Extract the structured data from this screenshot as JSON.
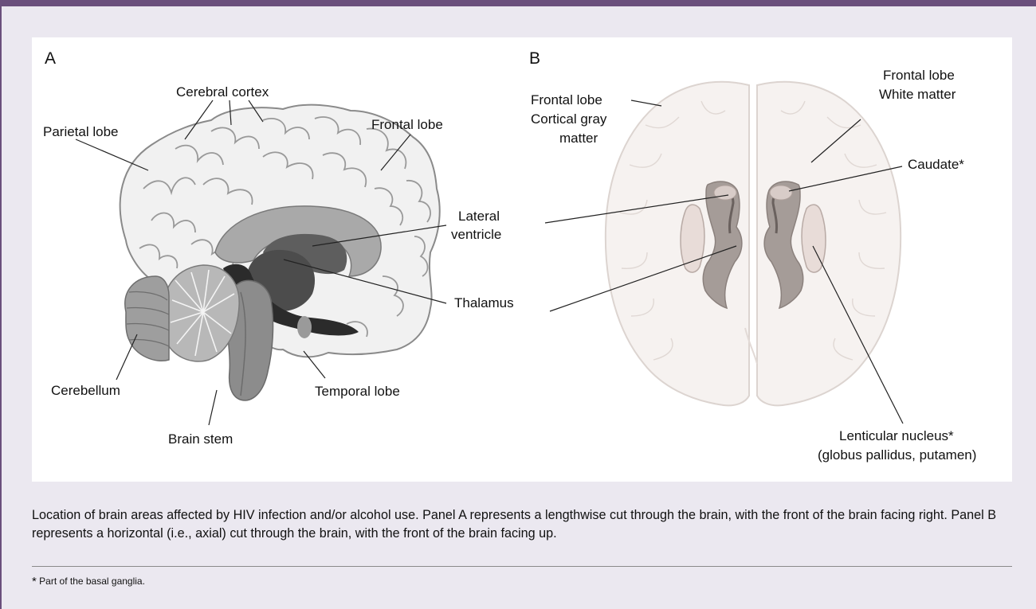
{
  "panel_a": {
    "letter": "A",
    "labels": {
      "cerebral_cortex": "Cerebral cortex",
      "parietal_lobe": "Parietal lobe",
      "frontal_lobe": "Frontal lobe",
      "lateral_ventricle_1": "Lateral",
      "lateral_ventricle_2": "ventricle",
      "thalamus": "Thalamus",
      "cerebellum": "Cerebellum",
      "temporal_lobe": "Temporal lobe",
      "brain_stem": "Brain stem"
    }
  },
  "panel_b": {
    "letter": "B",
    "labels": {
      "frontal_gray_1": "Frontal lobe",
      "frontal_gray_2": "Cortical gray",
      "frontal_gray_3": "matter",
      "frontal_white_1": "Frontal lobe",
      "frontal_white_2": "White matter",
      "caudate": "Caudate*",
      "lenticular_1": "Lenticular nucleus*",
      "lenticular_2": "(globus pallidus, putamen)"
    }
  },
  "caption": "Location of brain areas affected by HIV infection and/or alcohol use. Panel A represents a lengthwise cut through the brain, with the front of the brain facing right. Panel B represents a horizontal (i.e., axial) cut through the brain, with the front of the brain facing up.",
  "footnote": {
    "star": "*",
    "text": " Part of the basal ganglia."
  },
  "colors": {
    "frame": "#6a4f7c",
    "background": "#ebe8f0",
    "cortex_fill": "#f1f1f1",
    "dark_structure": "#5a5a5a",
    "basal_ganglia": "#a59c98"
  }
}
